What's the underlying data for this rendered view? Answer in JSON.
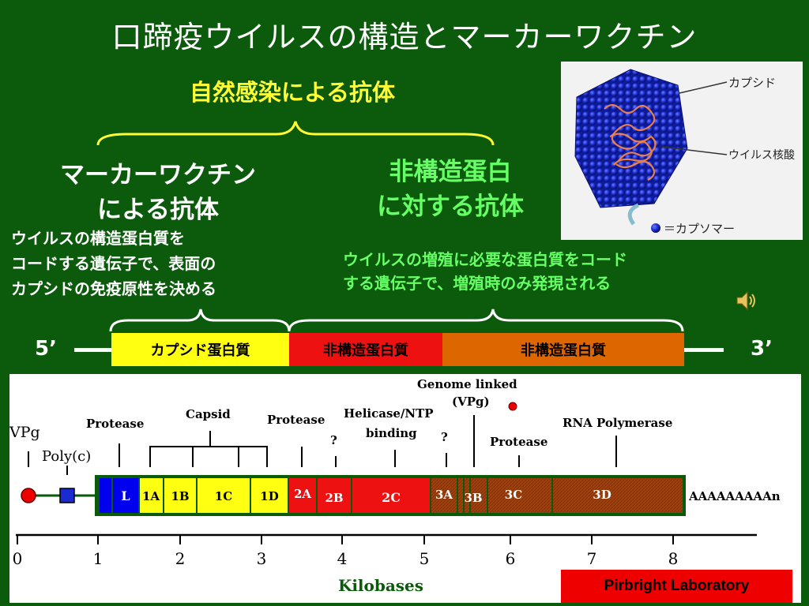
{
  "slide": {
    "title": "口蹄疫ウイルスの構造とマーカーワクチン",
    "natural_infection": "自然感染による抗体",
    "marker_antibody_line1": "マーカーワクチン",
    "marker_antibody_line2": "による抗体",
    "nonstruct_antibody_line1": "非構造蛋白",
    "nonstruct_antibody_line2": "に対する抗体",
    "struct_desc_line1": "ウイルスの構造蛋白質を",
    "struct_desc_line2": "コードする遺伝子で、表面の",
    "struct_desc_line3": "カプシドの免疫原性を決める",
    "nonstruct_desc_line1": "ウイルスの増殖に必要な蛋白質をコード",
    "nonstruct_desc_line2": "する遺伝子で、増殖時のみ発現される"
  },
  "genome_bar": {
    "five_prime": "5’",
    "three_prime": "3’",
    "segment_capsid": "カプシド蛋白質",
    "segment_ns1": "非構造蛋白質",
    "segment_ns2": "非構造蛋白質"
  },
  "virus_image": {
    "label_capsid": "カプシド",
    "label_nucleic": "ウイルス核酸",
    "label_capsomer": "＝カプソマー"
  },
  "genome_map": {
    "vpg": "VPg",
    "polyc": "Poly(c)",
    "protease1": "Protease",
    "capsid": "Capsid",
    "protease2": "Protease",
    "helicase": "Helicase/NTP",
    "binding": "binding",
    "genome_linked": "Genome linked",
    "vpg2": "(VPg)",
    "protease3": "Protease",
    "rna_pol": "RNA Polymerase",
    "q1": "?",
    "q2": "?",
    "polya": "AAAAAAAAAn",
    "genes": [
      "L",
      "1A",
      "1B",
      "1C",
      "1D",
      "2A",
      "2B",
      "2C",
      "3A",
      "3B",
      "3C",
      "3D"
    ],
    "axis_ticks": [
      "0",
      "1",
      "2",
      "3",
      "4",
      "5",
      "6",
      "7",
      "8"
    ],
    "axis_title": "Kilobases",
    "credit": "Pirbright Laboratory"
  },
  "colors": {
    "background": "#0c5a0c",
    "capsid_yellow": "#ffff11",
    "ns_red": "#ee1111",
    "ns_orange": "#dd6600",
    "gene_brown": "#a0420f",
    "highlight_green": "#66ff66",
    "highlight_yellow": "#ffff33"
  },
  "icons": {
    "speaker": "speaker-icon",
    "capsomer": "blue-sphere-icon"
  }
}
